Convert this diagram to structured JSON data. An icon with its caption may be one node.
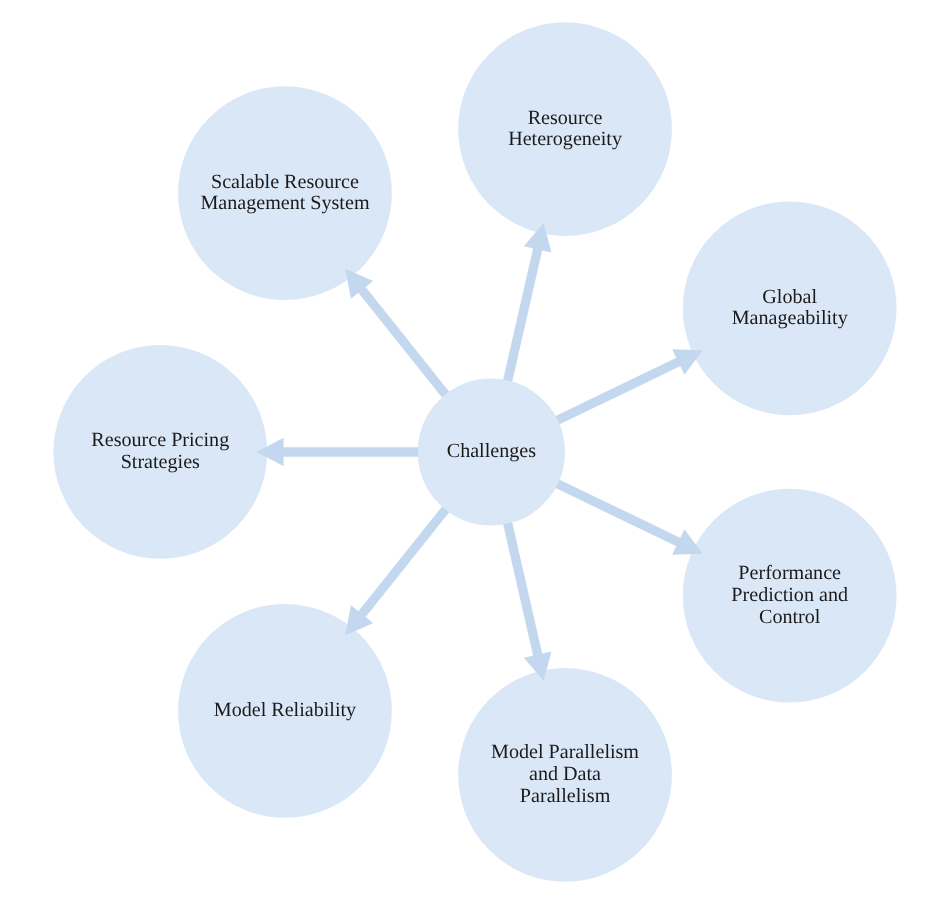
{
  "diagram": {
    "nodes": [
      {
        "text": [
          "Challenges"
        ]
      },
      {
        "text": [
          "Global Manageability"
        ]
      },
      {
        "text": [
          "Resource Heterogeneity"
        ]
      },
      {
        "text": [
          "Scalable Resource Management System"
        ]
      },
      {
        "text": [
          "Resource Pricing Strategies"
        ]
      },
      {
        "text": [
          "Model Reliability"
        ]
      },
      {
        "text": [
          "Model Parallelism and Data Parallelism"
        ]
      },
      {
        "text": [
          "Performance Prediction and Control"
        ]
      }
    ],
    "edges": [
      {
        "from": 0,
        "to": 1,
        "arrow": "to"
      },
      {
        "from": 0,
        "to": 2,
        "arrow": "to"
      },
      {
        "from": 0,
        "to": 3,
        "arrow": "to"
      },
      {
        "from": 0,
        "to": 4,
        "arrow": "to"
      },
      {
        "from": 0,
        "to": 5,
        "arrow": "to"
      },
      {
        "from": 0,
        "to": 6,
        "arrow": "to"
      },
      {
        "from": 0,
        "to": 7,
        "arrow": "to"
      }
    ]
  }
}
